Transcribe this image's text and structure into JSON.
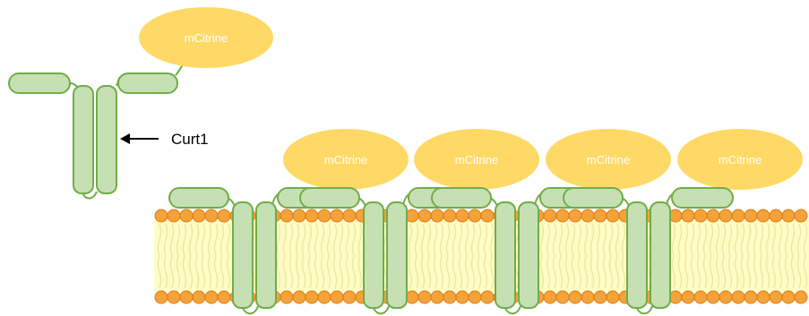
{
  "protein": {
    "label": "Curt1",
    "fusion_label": "mCitrine"
  },
  "membrane_proteins": [
    {
      "fusion_label": "mCitrine"
    },
    {
      "fusion_label": "mCitrine"
    },
    {
      "fusion_label": "mCitrine"
    },
    {
      "fusion_label": "mCitrine"
    }
  ],
  "colors": {
    "helix_fill": "#c6e0b4",
    "helix_stroke": "#70ad47",
    "citrine": "#ffd966",
    "lipid_head": "#f4a23a",
    "lipid_head_stroke": "#e07b10",
    "lipid_tail": "#fffdc4",
    "arrow": "#000000"
  }
}
